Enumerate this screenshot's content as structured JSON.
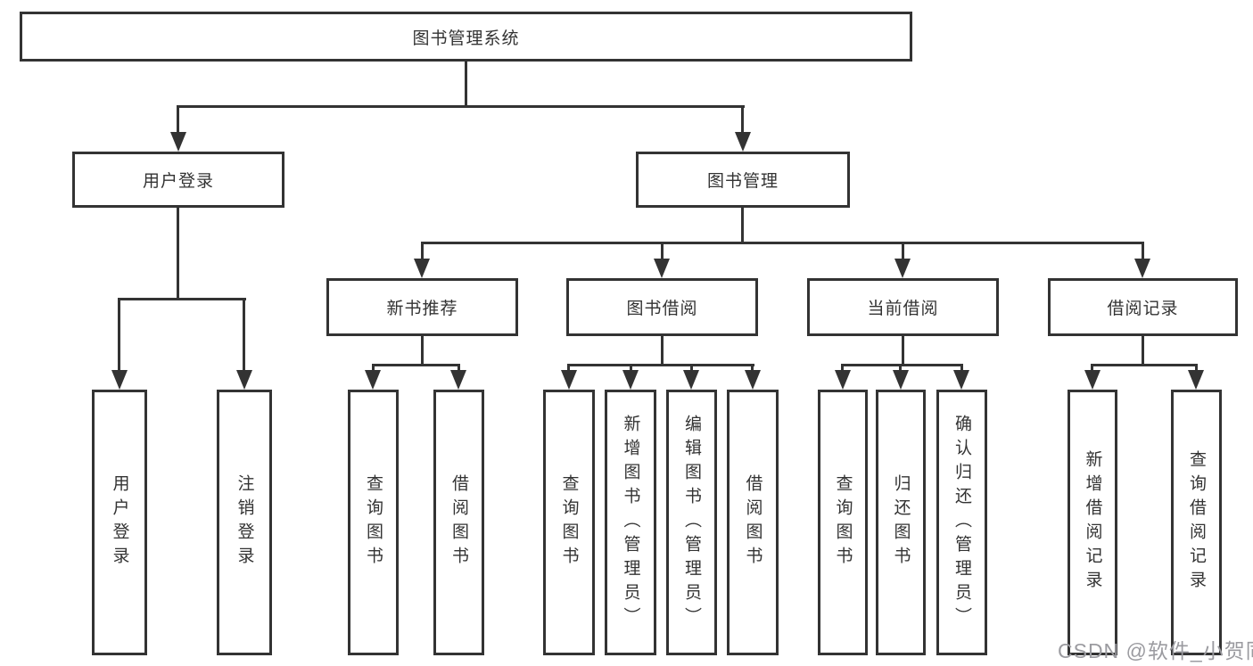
{
  "colors": {
    "line": "#333333",
    "box_border": "#333333",
    "box_background": "#ffffff",
    "text": "#333333",
    "watermark": "#9b9ba0"
  },
  "watermark": {
    "text": "CSDN @软件_小贺同学"
  },
  "tree": {
    "root": {
      "label": "图书管理系统",
      "children": [
        {
          "label": "用户登录",
          "children": [
            {
              "label": "用户登录"
            },
            {
              "label": "注销登录"
            }
          ]
        },
        {
          "label": "图书管理",
          "children": [
            {
              "label": "新书推荐",
              "children": [
                {
                  "label": "查询图书"
                },
                {
                  "label": "借阅图书"
                }
              ]
            },
            {
              "label": "图书借阅",
              "children": [
                {
                  "label": "查询图书"
                },
                {
                  "label": "新增图书（管理员）"
                },
                {
                  "label": "编辑图书（管理员）"
                },
                {
                  "label": "借阅图书"
                }
              ]
            },
            {
              "label": "当前借阅",
              "children": [
                {
                  "label": "查询图书"
                },
                {
                  "label": "归还图书"
                },
                {
                  "label": "确认归还（管理员）"
                }
              ]
            },
            {
              "label": "借阅记录",
              "children": [
                {
                  "label": "新增借阅记录"
                },
                {
                  "label": "查询借阅记录"
                }
              ]
            }
          ]
        }
      ]
    }
  }
}
